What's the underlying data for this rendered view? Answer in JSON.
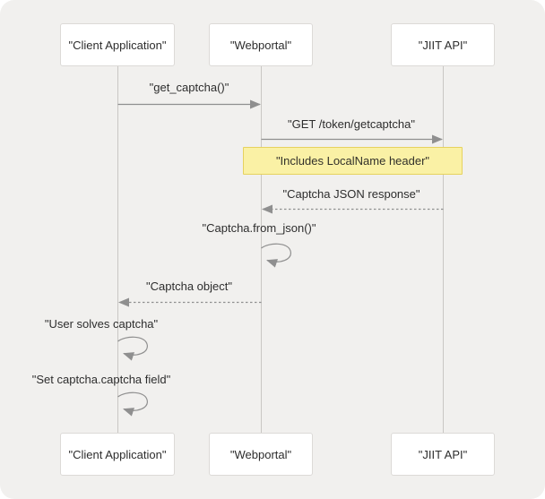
{
  "diagram": {
    "type": "sequence-diagram",
    "colors": {
      "canvas_background": "#f1f0ee",
      "actor_box_background": "#ffffff",
      "actor_box_border": "#dcdad7",
      "lifeline": "#c9c7c4",
      "arrow": "#8f8f8f",
      "note_background": "#faf1a5",
      "note_border": "#e6d25e",
      "text": "#2d2d2d"
    },
    "actors": [
      {
        "id": "client",
        "label": "\"Client Application\""
      },
      {
        "id": "webportal",
        "label": "\"Webportal\""
      },
      {
        "id": "jiit",
        "label": "\"JIIT API\""
      }
    ],
    "note": {
      "label": "\"Includes LocalName header\"",
      "between": [
        "webportal",
        "jiit"
      ]
    },
    "messages": [
      {
        "from": "client",
        "to": "webportal",
        "style": "solid",
        "label": "\"get_captcha()\""
      },
      {
        "from": "webportal",
        "to": "jiit",
        "style": "solid",
        "label": "\"GET /token/getcaptcha\""
      },
      {
        "from": "jiit",
        "to": "webportal",
        "style": "dashed",
        "label": "\"Captcha JSON response\""
      },
      {
        "from": "webportal",
        "to": "webportal",
        "style": "self",
        "label": "\"Captcha.from_json()\""
      },
      {
        "from": "webportal",
        "to": "client",
        "style": "dashed",
        "label": "\"Captcha object\""
      },
      {
        "from": "client",
        "to": "client",
        "style": "self",
        "label": "\"User solves captcha\""
      },
      {
        "from": "client",
        "to": "client",
        "style": "self",
        "label": "\"Set captcha.captcha field\""
      }
    ]
  }
}
